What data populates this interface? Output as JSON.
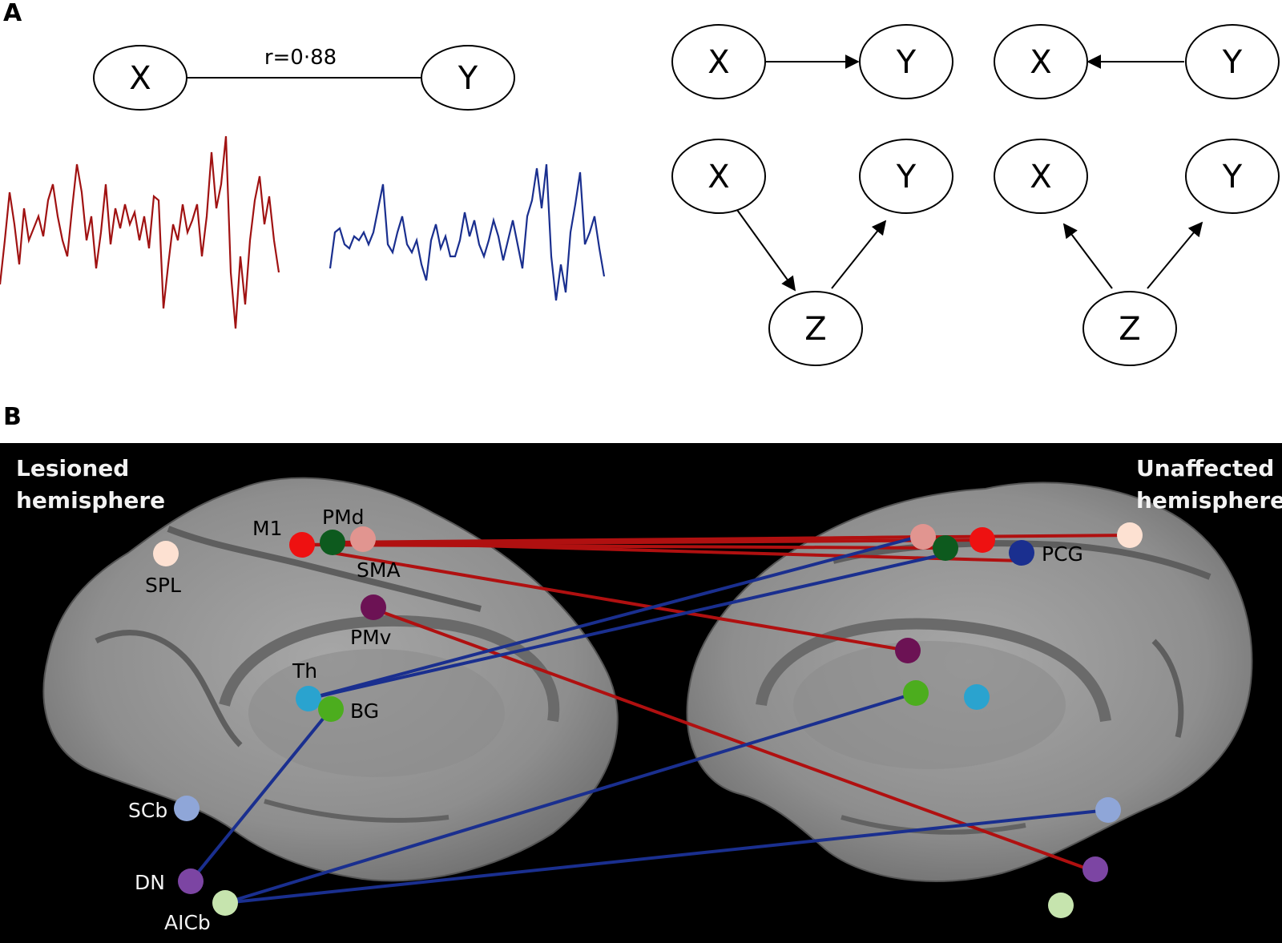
{
  "panel_a": {
    "letter": "A",
    "correlation": {
      "node_x": "X",
      "node_y": "Y",
      "label": "r=0·88"
    },
    "dag_direct_xy": {
      "node_x": "X",
      "node_y": "Y"
    },
    "dag_direct_yx": {
      "node_x": "X",
      "node_y": "Y"
    },
    "dag_mediated": {
      "node_x": "X",
      "node_y": "Y",
      "node_z": "Z"
    },
    "dag_common_cause": {
      "node_x": "X",
      "node_y": "Y",
      "node_z": "Z"
    },
    "colors": {
      "signal_x": "#a01212",
      "signal_y": "#1a2f8f"
    }
  },
  "panel_b": {
    "letter": "B",
    "left_hemisphere_title": [
      "Lesioned",
      "hemisphere"
    ],
    "right_hemisphere_title": [
      "Unaffected",
      "hemisphere"
    ],
    "regions": {
      "M1": "M1",
      "PMd": "PMd",
      "SMA": "SMA",
      "PMv": "PMv",
      "SPL": "SPL",
      "Th": "Th",
      "BG": "BG",
      "SCb": "SCb",
      "DN": "DN",
      "AICb": "AICb",
      "PCG": "PCG"
    },
    "colors": {
      "connection_red": "#b01010",
      "connection_blue": "#1a2f8f",
      "M1": "#ee1111",
      "PMd": "#0d5a1e",
      "SMA": "#e19590",
      "PMv": "#6c1254",
      "SPL": "#fde1d2",
      "Th": "#2aa3cf",
      "BG": "#4cad1e",
      "SCb": "#8fa6d8",
      "DN": "#7c45a3",
      "AICb": "#c6e4ae",
      "PCG": "#1a2f8f"
    }
  }
}
